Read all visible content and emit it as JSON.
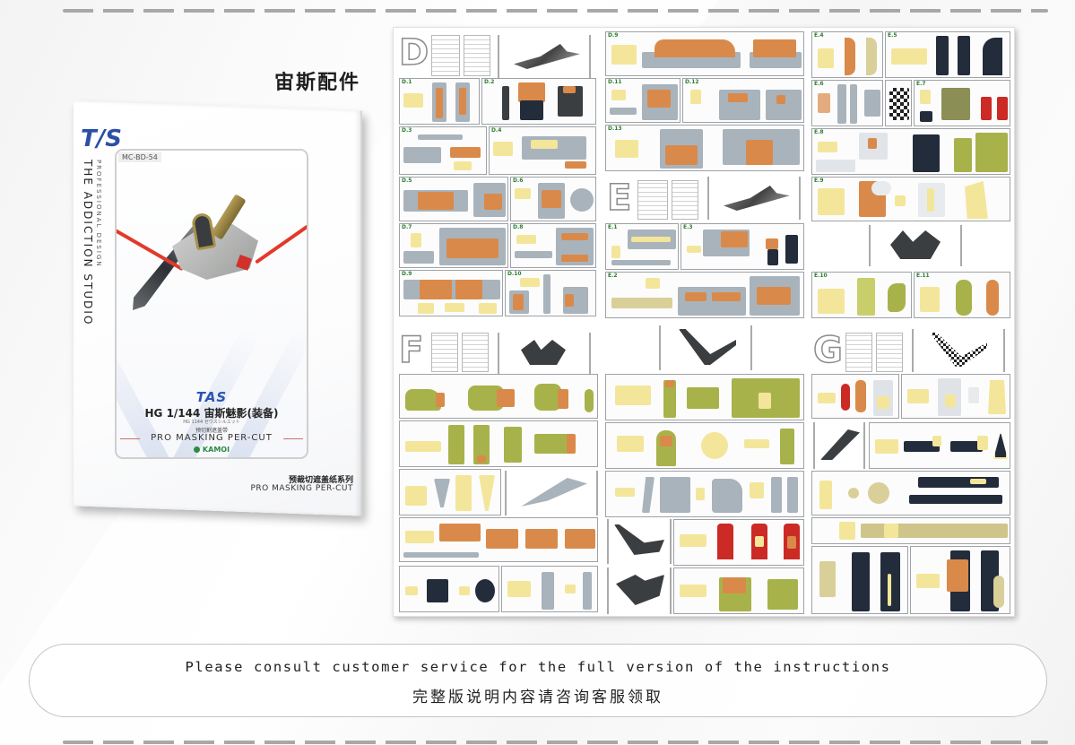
{
  "page": {
    "title": "宙斯配件"
  },
  "package": {
    "code": "MC-BD-54",
    "brand_logo": "T/S",
    "brand_name": "THE ADDICTION STUDIO",
    "brand_subtitle": "PROFESSIONAL DESIGN",
    "window_logo": "TAS",
    "model_name": "HG 1/144 宙斯魅影(装备)",
    "model_subtitle": "HG 1144 ゼウスシルエット",
    "masking_cn": "预切割遮盖带",
    "masking_en": "PRO MASKING PER-CUT",
    "partner": "KAMOI",
    "series_cn": "预裁切遮盖纸系列",
    "series_en": "PRO MASKING PER-CUT"
  },
  "instructions": {
    "sections": [
      {
        "letter": "D",
        "steps": [
          "D.1",
          "D.2",
          "D.3",
          "D.4",
          "D.5",
          "D.6",
          "D.7",
          "D.8",
          "D.9",
          "D.10",
          "D.11",
          "D.12",
          "D.13"
        ]
      },
      {
        "letter": "E",
        "steps": [
          "E.1",
          "E.2",
          "E.3",
          "E.4",
          "E.5",
          "E.6",
          "E.7",
          "E.8",
          "E.9",
          "E.10",
          "E.11"
        ]
      },
      {
        "letter": "F",
        "steps": []
      },
      {
        "letter": "G",
        "steps": []
      }
    ],
    "colors": {
      "grey_part": "#a9b3bc",
      "orange_mask": "#d98a4a",
      "yellow_tape": "#f3e69a",
      "olive_part": "#a8b24a",
      "navy_part": "#232c3a",
      "red_part": "#cc2a25",
      "khaki_part": "#d9cf98",
      "step_label": "#2e7d32"
    }
  },
  "notice": {
    "english": "Please consult customer service for the full version of the instructions",
    "chinese": "完整版说明内容请咨询客服领取"
  }
}
